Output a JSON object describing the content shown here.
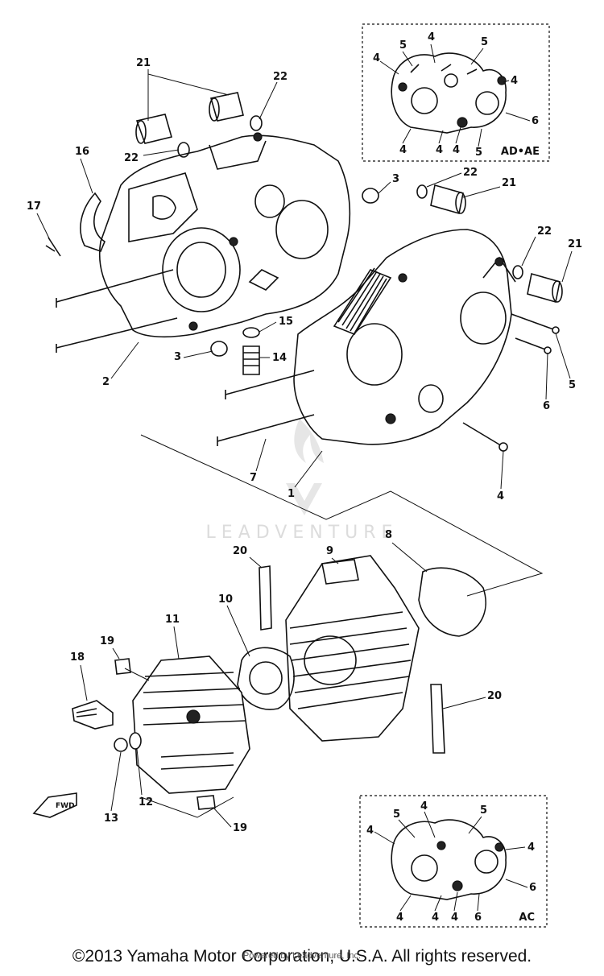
{
  "watermark": "LEADVENTURE",
  "inset_top_label": "AD•AE",
  "inset_bottom_label": "AC",
  "front_arrow_label": "FWD",
  "copyright": "©2013 Yamaha Motor Corporation, U.S.A. All rights reserved.",
  "copyright_overlay": "Powered by Leadventure, Inc.",
  "callouts": {
    "c1": "1",
    "c2": "2",
    "c3a": "3",
    "c3b": "3",
    "c4a": "4",
    "c5a": "5",
    "c6a": "6",
    "c7": "7",
    "c8": "8",
    "c9": "9",
    "c10": "10",
    "c11": "11",
    "c12": "12",
    "c13": "13",
    "c14": "14",
    "c15": "15",
    "c16": "16",
    "c17": "17",
    "c18": "18",
    "c19a": "19",
    "c19b": "19",
    "c20a": "20",
    "c20b": "20",
    "c21a": "21",
    "c21b": "21",
    "c21c": "21",
    "c22a": "22",
    "c22b": "22",
    "c22c": "22",
    "c22d": "22",
    "t4a": "4",
    "t4b": "4",
    "t4c": "4",
    "t4d": "4",
    "t4e": "4",
    "t4f": "4",
    "t5a": "5",
    "t5b": "5",
    "t5c": "5",
    "t6": "6",
    "b4a": "4",
    "b4b": "4",
    "b4c": "4",
    "b4d": "4",
    "b4e": "4",
    "b4f": "4",
    "b5a": "5",
    "b5b": "5",
    "b6a": "6",
    "b6b": "6"
  }
}
